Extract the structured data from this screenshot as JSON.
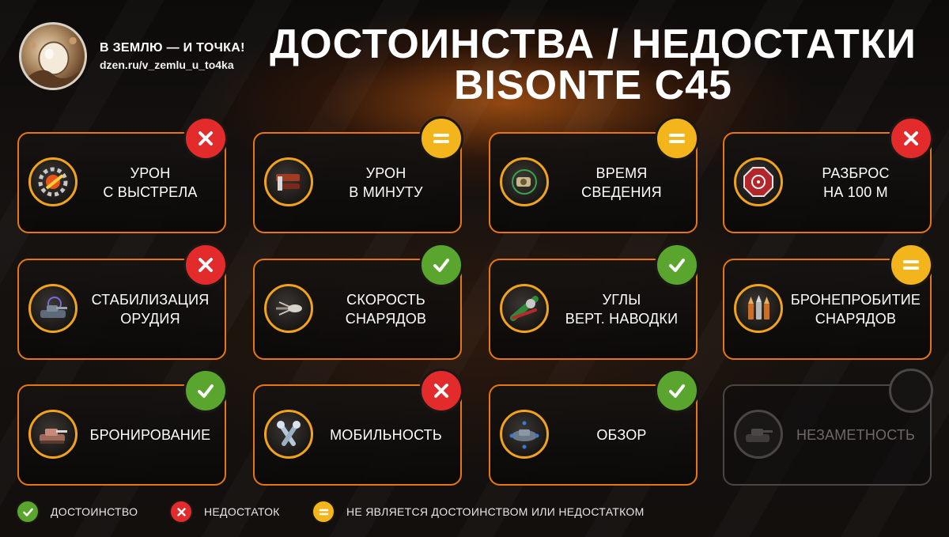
{
  "header": {
    "brand_name": "В ЗЕМЛЮ — И ТОЧКА!",
    "brand_url": "dzen.ru/v_zemlu_u_to4ka",
    "title_line1": "ДОСТОИНСТВА / НЕДОСТАТКИ",
    "title_line2": "BISONTE C45"
  },
  "colors": {
    "pro": "#5aa52e",
    "con": "#e32b2b",
    "neutral": "#f4b41c",
    "card_border": "#e8760f",
    "icon_ring": "#f2a31a"
  },
  "cards": [
    {
      "line1": "УРОН",
      "line2": "С ВЫСТРЕЛА",
      "status": "con",
      "icon": "damage-per-shot-icon"
    },
    {
      "line1": "УРОН",
      "line2": "В МИНУТУ",
      "status": "neutral",
      "icon": "damage-per-minute-icon"
    },
    {
      "line1": "ВРЕМЯ",
      "line2": "СВЕДЕНИЯ",
      "status": "neutral",
      "icon": "aiming-time-icon"
    },
    {
      "line1": "РАЗБРОС",
      "line2": "НА 100 М",
      "status": "con",
      "icon": "dispersion-icon"
    },
    {
      "line1": "СТАБИЛИЗАЦИЯ",
      "line2": "ОРУДИЯ",
      "status": "con",
      "icon": "gun-stabilization-icon"
    },
    {
      "line1": "СКОРОСТЬ",
      "line2": "СНАРЯДОВ",
      "status": "pro",
      "icon": "shell-velocity-icon"
    },
    {
      "line1": "УГЛЫ",
      "line2": "ВЕРТ. НАВОДКИ",
      "status": "pro",
      "icon": "gun-depression-icon"
    },
    {
      "line1": "БРОНЕПРОБИТИЕ",
      "line2": "СНАРЯДОВ",
      "status": "neutral",
      "icon": "penetration-icon"
    },
    {
      "line1": "БРОНИРОВАНИЕ",
      "line2": "",
      "status": "pro",
      "icon": "armor-icon"
    },
    {
      "line1": "МОБИЛЬНОСТЬ",
      "line2": "",
      "status": "con",
      "icon": "mobility-icon"
    },
    {
      "line1": "ОБЗОР",
      "line2": "",
      "status": "pro",
      "icon": "view-range-icon"
    },
    {
      "line1": "НЕЗАМЕТНОСТЬ",
      "line2": "",
      "status": "none",
      "icon": "camouflage-icon"
    }
  ],
  "legend": [
    {
      "status": "pro",
      "label": "ДОСТОИНСТВО"
    },
    {
      "status": "con",
      "label": "НЕДОСТАТОК"
    },
    {
      "status": "neutral",
      "label": "НЕ ЯВЛЯЕТСЯ ДОСТОИНСТВОМ ИЛИ НЕДОСТАТКОМ"
    }
  ]
}
